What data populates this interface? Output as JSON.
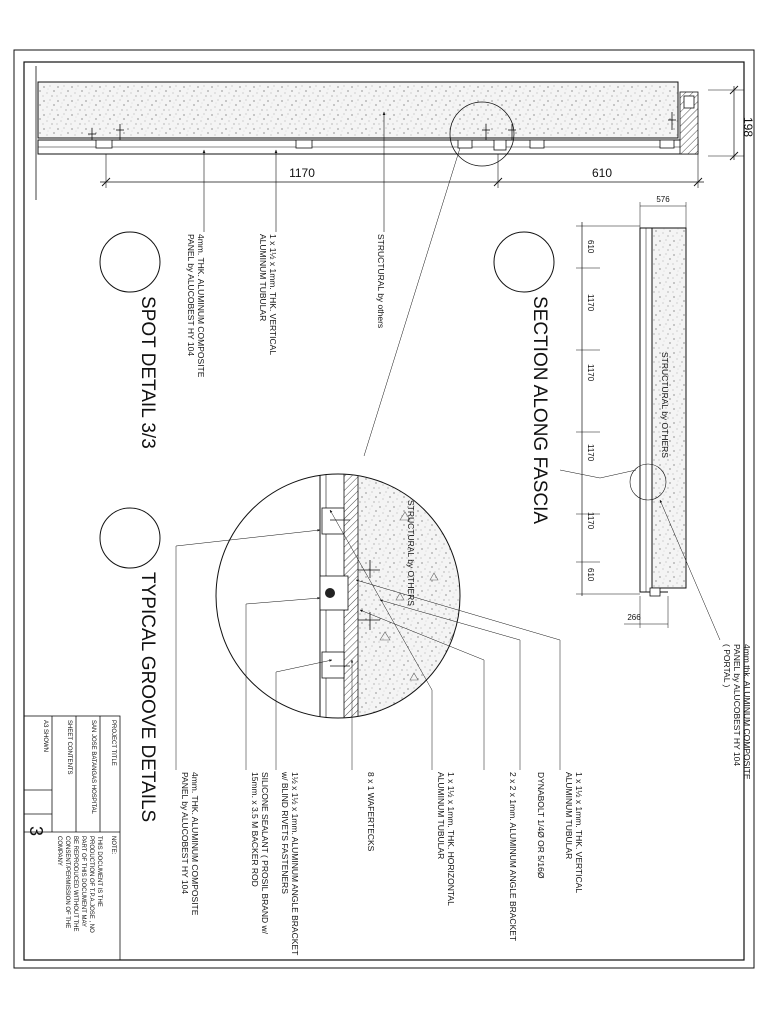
{
  "drawing": {
    "titles": {
      "section": "SECTION ALONG FASCIA",
      "spot": "SPOT DETAIL 3/3",
      "groove": "TYPICAL GROOVE DETAILS"
    },
    "top_dimensions": {
      "left_span": "1170",
      "right_span": "610",
      "height": "198"
    },
    "section_dimensions": {
      "width_top": "576",
      "width_bottom": "266",
      "spans": [
        "610",
        "1170",
        "1170",
        "1170",
        "1170",
        "610"
      ]
    },
    "fill_labels": {
      "section_structural": "STRUCTURAL by OTHERS",
      "circle_structural": "STRUCTURAL by OTHERS"
    },
    "spot_callouts": [
      [
        "STRUCTURAL by others"
      ],
      [
        "1 x 1½ x 1mm. THK. VERTICAL",
        "ALUMINUM TUBULAR"
      ],
      [
        "4mm. THK. ALUMINUM COMPOSITE",
        "PANEL by ALUCOBEST HY 104"
      ]
    ],
    "portal_callout": [
      "4mm.thk. ALUMINUM COMPOSITE",
      "PANEL by ALUCOBEST HY 104",
      "( PORTAL )"
    ],
    "groove_callouts": [
      [
        "1 x 1½ x 1mm. THK. VERTICAL",
        "ALUMINUM TUBULAR"
      ],
      [
        "DYNABOLT 1/4Ø OR 5/16Ø"
      ],
      [
        "2 x 2 x 1mm. ALUMINUM ANGLE BRACKET"
      ],
      [
        "1 x 1½ x 1mm. THK. HORIZONTAL",
        "ALUMINUM TUBULAR"
      ],
      [
        "8 x 1 WAFERTECKS"
      ],
      [
        "1½ x 1½ x 1mm. ALUMINUM ANGLE BRACKET",
        "w/ BLIND RIVETS FASTENERS"
      ],
      [
        "SILICONE SEALANT  ( PROSIL BRAND w/",
        "15mm. x 3.5 M BACKER ROD"
      ],
      [
        "4mm. THK. ALUMINUM COMPOSITE",
        "PANEL by ALUCOBEST HY 104"
      ]
    ]
  },
  "title_block": {
    "project_title_label": "PROJECT TITLE",
    "project_name": "SAN JOSE BATANGAS HOSPITAL",
    "sheet_contents_label": "SHEET CONTENTS",
    "scale": "A3 SHOWN",
    "sheet_number": "3",
    "note_label": "NOTE:",
    "note_lines": [
      "THIS DOCUMENT IS THE",
      "PRODUCTION OF T.P.A.JOSE , NO",
      "PART OF THIS DOCUMENT MAY",
      "BE REPRODUCED WITHOUT THE",
      "CONSENT/PERMISSION OF THE",
      "COMPANY"
    ]
  }
}
